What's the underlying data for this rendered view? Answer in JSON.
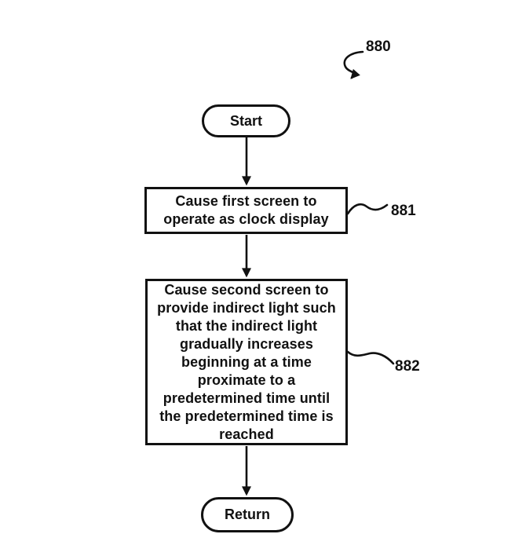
{
  "figure": {
    "reference_label": "880",
    "colors": {
      "ink": "#111111",
      "background": "#ffffff"
    },
    "nodes": [
      {
        "id": "start",
        "type": "terminal",
        "label": "Start"
      },
      {
        "id": "step-881",
        "type": "process",
        "ref": "881",
        "label": "Cause first screen to\noperate as clock display"
      },
      {
        "id": "step-882",
        "type": "process",
        "ref": "882",
        "label": "Cause second screen to\nprovide indirect light such\nthat the indirect light\ngradually increases\nbeginning at a time\nproximate to a\npredetermined time until\nthe predetermined time is\nreached"
      },
      {
        "id": "return",
        "type": "terminal",
        "label": "Return"
      }
    ],
    "edges": [
      {
        "from": "start",
        "to": "step-881"
      },
      {
        "from": "step-881",
        "to": "step-882"
      },
      {
        "from": "step-882",
        "to": "return"
      }
    ]
  }
}
